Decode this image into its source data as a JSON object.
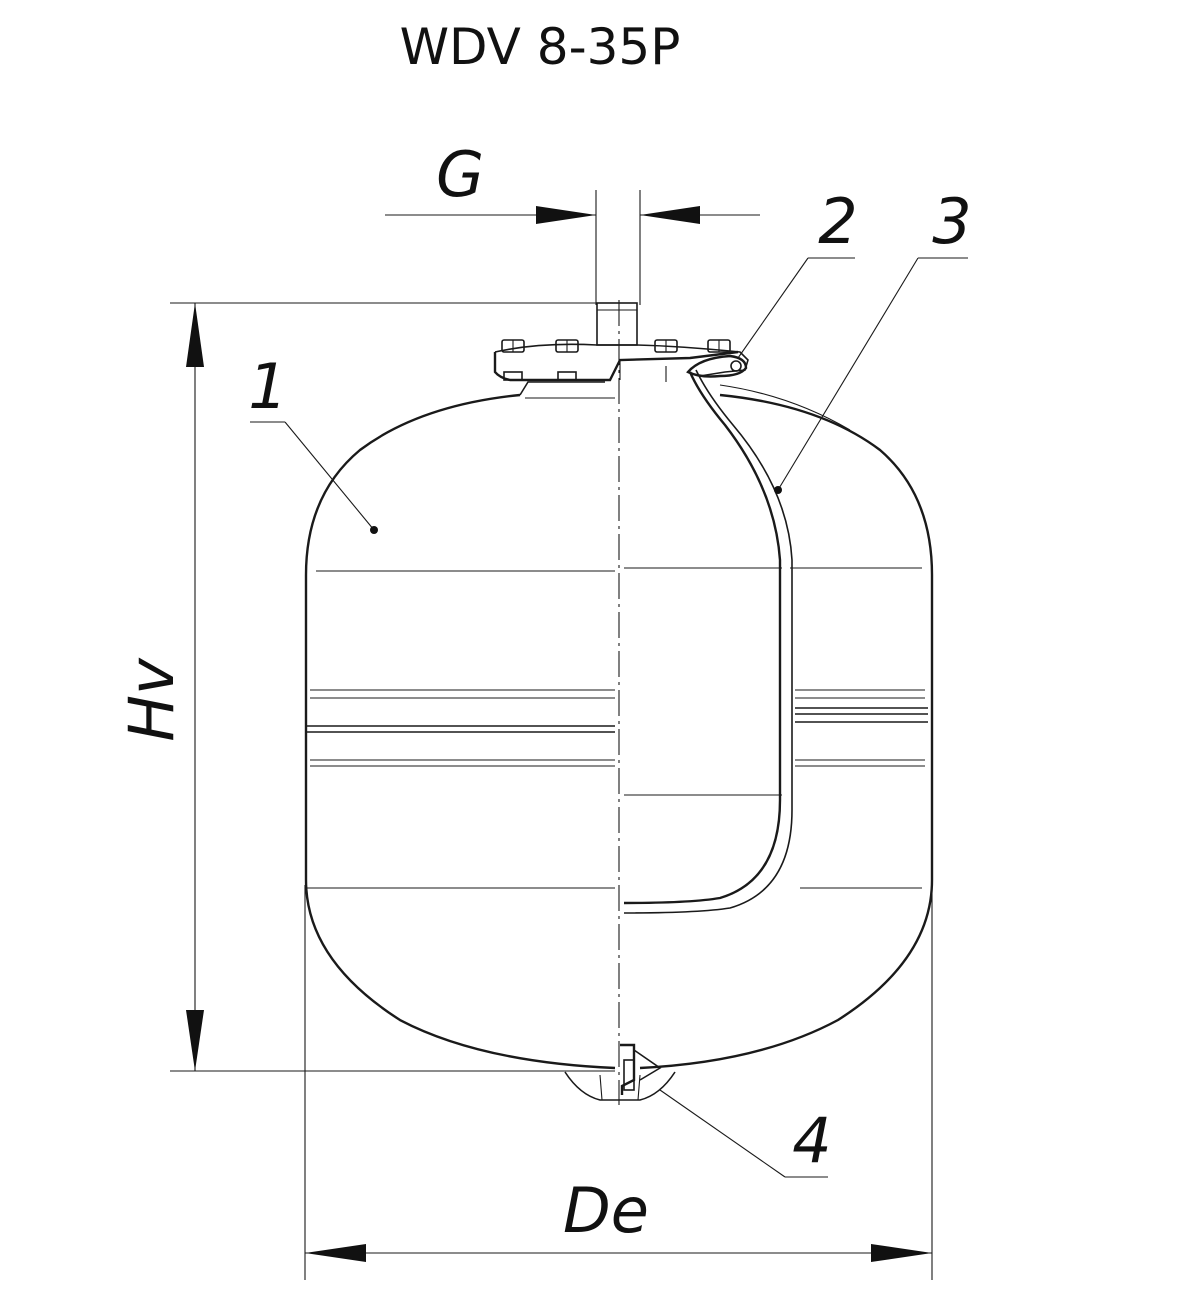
{
  "title": "WDV 8-35P",
  "dimensions": {
    "g_label": "G",
    "hv_label": "Hv",
    "de_label": "De"
  },
  "callouts": {
    "c1": "1",
    "c2": "2",
    "c3": "3",
    "c4": "4"
  }
}
